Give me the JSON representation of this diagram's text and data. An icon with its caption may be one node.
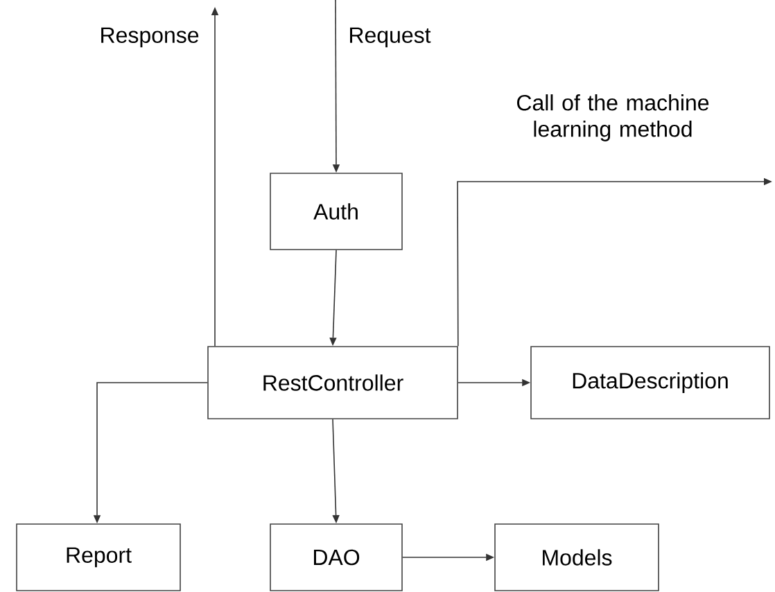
{
  "diagram": {
    "nodes": [
      {
        "text": [
          "Auth"
        ]
      },
      {
        "text": [
          "RestController"
        ]
      },
      {
        "text": [
          "DataDescription"
        ]
      },
      {
        "text": [
          "Report"
        ]
      },
      {
        "text": [
          "DAO"
        ]
      },
      {
        "text": [
          "Models"
        ]
      }
    ],
    "edges": [
      {
        "from": null,
        "to": 0,
        "arrow": "to",
        "label": "Request"
      },
      {
        "from": 1,
        "to": null,
        "arrow": "to",
        "label": "Response"
      },
      {
        "from": 1,
        "to": null,
        "arrow": "to",
        "label": "Call of the machine learning method"
      },
      {
        "from": 0,
        "to": 1,
        "arrow": "to"
      },
      {
        "from": 1,
        "to": 2,
        "arrow": "to"
      },
      {
        "from": 1,
        "to": 3,
        "arrow": "to"
      },
      {
        "from": 1,
        "to": 4,
        "arrow": "to"
      },
      {
        "from": 4,
        "to": 5,
        "arrow": "to"
      }
    ]
  }
}
